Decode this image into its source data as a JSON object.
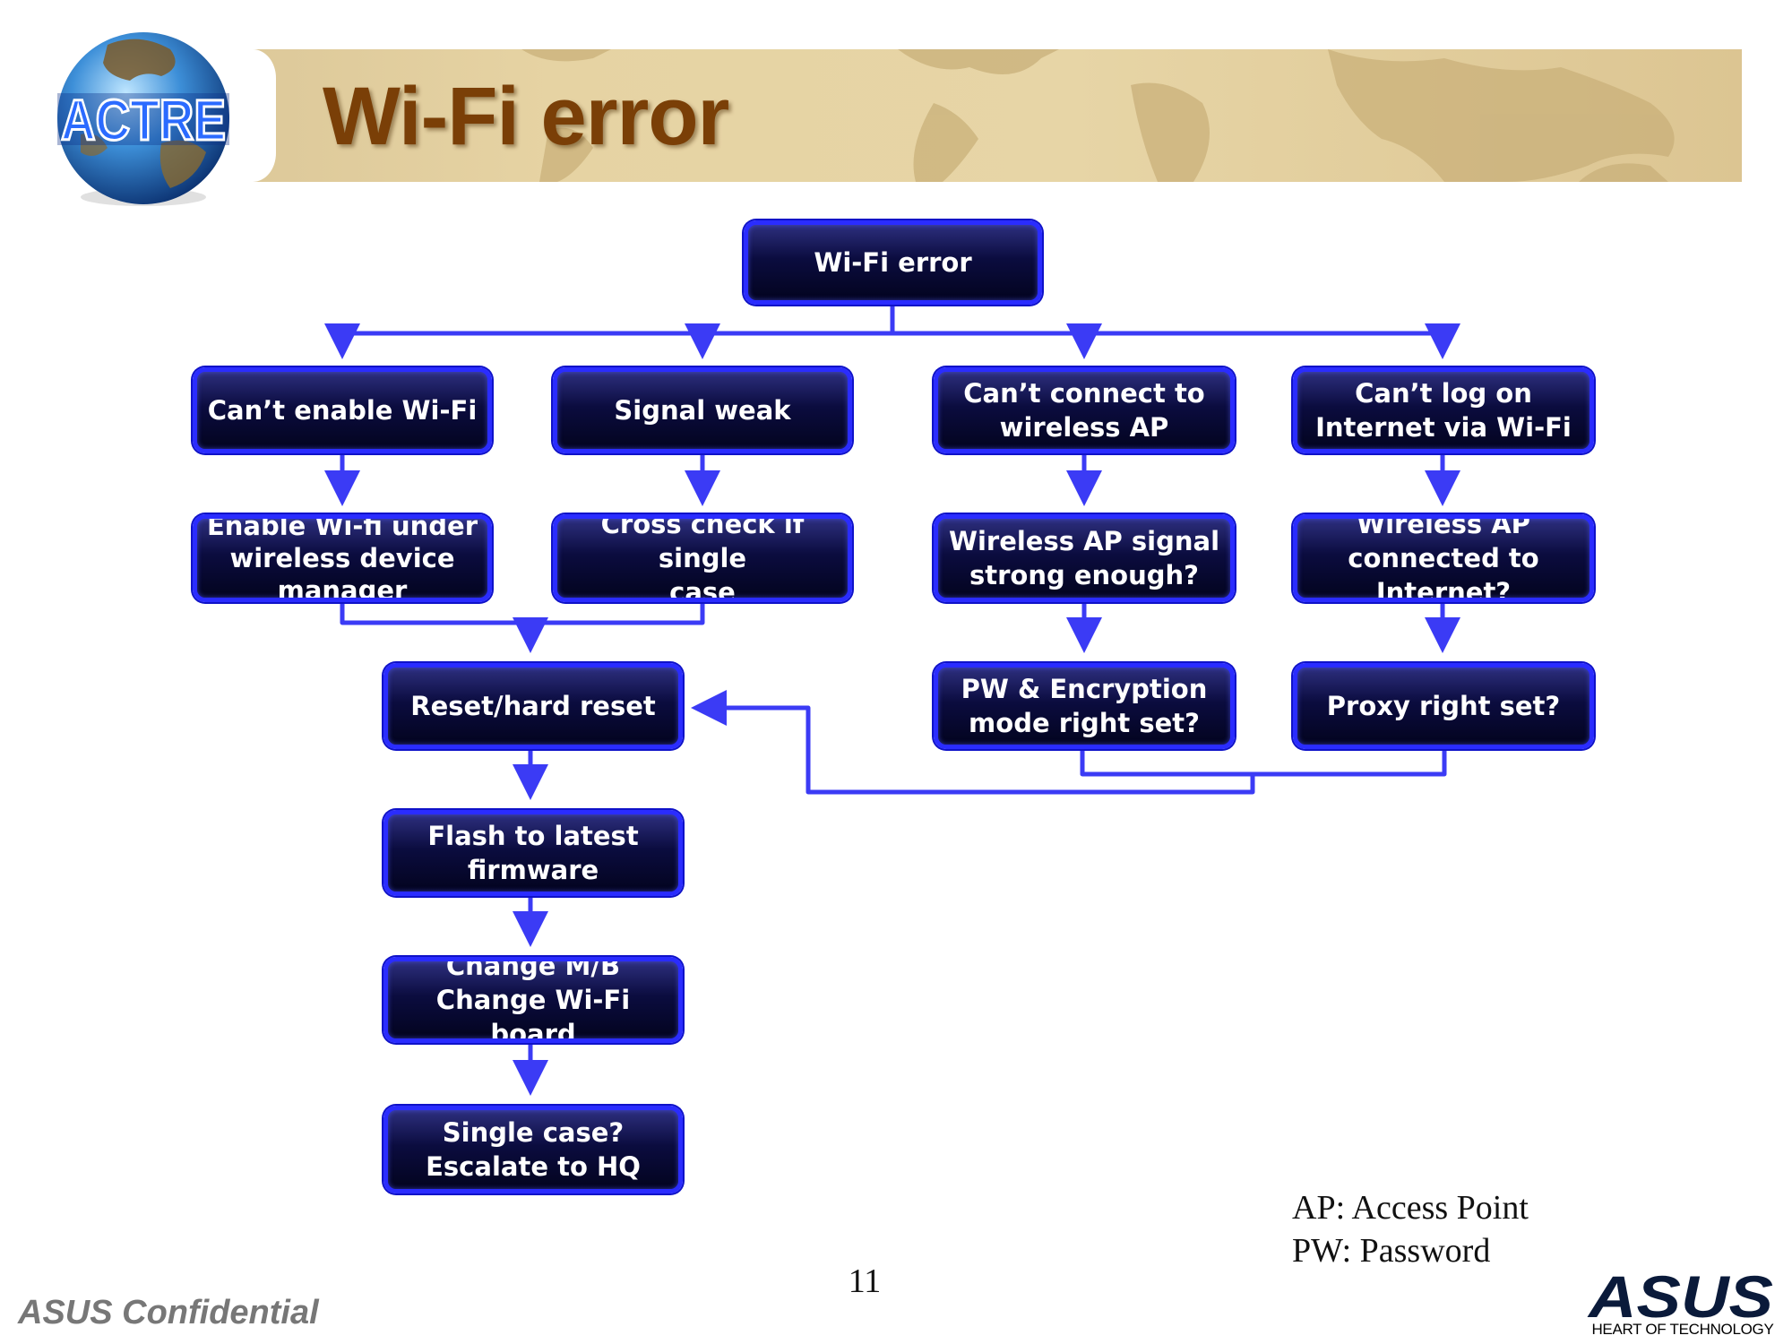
{
  "header": {
    "logo_text": "ACTRE",
    "title": "Wi-Fi error"
  },
  "flowchart": {
    "root": "Wi-Fi error",
    "categories": [
      "Can’t enable Wi-Fi",
      "Signal weak",
      "Can’t connect to\nwireless AP",
      "Can’t log on\nInternet via Wi-Fi"
    ],
    "steps": {
      "enable_wifi_manager": "Enable Wi-fi under\nwireless device\nmanager",
      "cross_check": "Cross check if single\ncase",
      "ap_signal": "Wireless AP signal\nstrong enough?",
      "ap_internet": "Wireless AP\nconnected to Internet?",
      "pw_encryption": "PW & Encryption\nmode right set?",
      "proxy": "Proxy right set?",
      "reset": "Reset/hard reset",
      "flash": "Flash to latest\nfirmware",
      "change_board": "Change M/B\nChange Wi-Fi board",
      "escalate": "Single case?\nEscalate to HQ"
    },
    "colors": {
      "connector": "#3b3bf5",
      "node_border": "#2a2cff",
      "node_fill": "#0b0c3f"
    }
  },
  "footer": {
    "abbreviations": [
      "AP: Access Point",
      "PW: Password"
    ],
    "page_number": "11",
    "confidential": "ASUS Confidential",
    "brand": "ASUS",
    "tagline": "HEART OF TECHNOLOGY"
  }
}
